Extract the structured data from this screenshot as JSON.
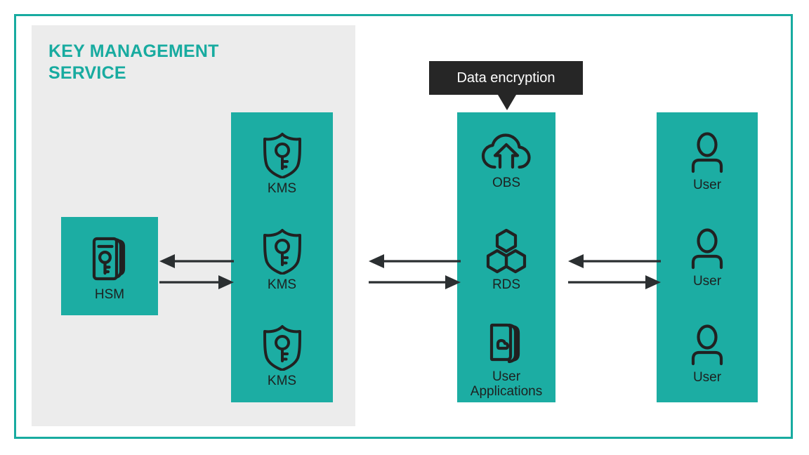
{
  "diagram": {
    "title": "Key Management Service data encryption architecture",
    "colors": {
      "teal_accent": "#18ABA0",
      "teal_block": "#1CADA3",
      "panel_gray": "#ECECEC",
      "tooltip_dark": "#262626",
      "icon_stroke": "#212121",
      "canvas": "#FFFFFF"
    }
  },
  "kms_panel": {
    "title": "KEY MANAGEMENT\nSERVICE"
  },
  "hsm": {
    "label": "HSM",
    "icon": "hsm-card-stack-key-icon"
  },
  "kms_column": {
    "nodes": [
      {
        "label": "KMS",
        "icon": "shield-key-icon"
      },
      {
        "label": "KMS",
        "icon": "shield-key-icon"
      },
      {
        "label": "KMS",
        "icon": "shield-key-icon"
      }
    ]
  },
  "services_column": {
    "nodes": [
      {
        "label": "OBS",
        "icon": "cloud-upload-icon"
      },
      {
        "label": "RDS",
        "icon": "hexagon-cluster-icon"
      },
      {
        "label": "User\nApplications",
        "icon": "document-cloud-icon"
      }
    ]
  },
  "users_column": {
    "nodes": [
      {
        "label": "User",
        "icon": "user-person-icon"
      },
      {
        "label": "User",
        "icon": "user-person-icon"
      },
      {
        "label": "User",
        "icon": "user-person-icon"
      }
    ]
  },
  "tooltip": {
    "label": "Data encryption",
    "points_to": "OBS"
  },
  "arrows": [
    {
      "id": "hsm-kms",
      "top_direction": "left",
      "bottom_direction": "right"
    },
    {
      "id": "kms-services",
      "top_direction": "left",
      "bottom_direction": "right"
    },
    {
      "id": "services-users",
      "top_direction": "left",
      "bottom_direction": "right"
    }
  ]
}
